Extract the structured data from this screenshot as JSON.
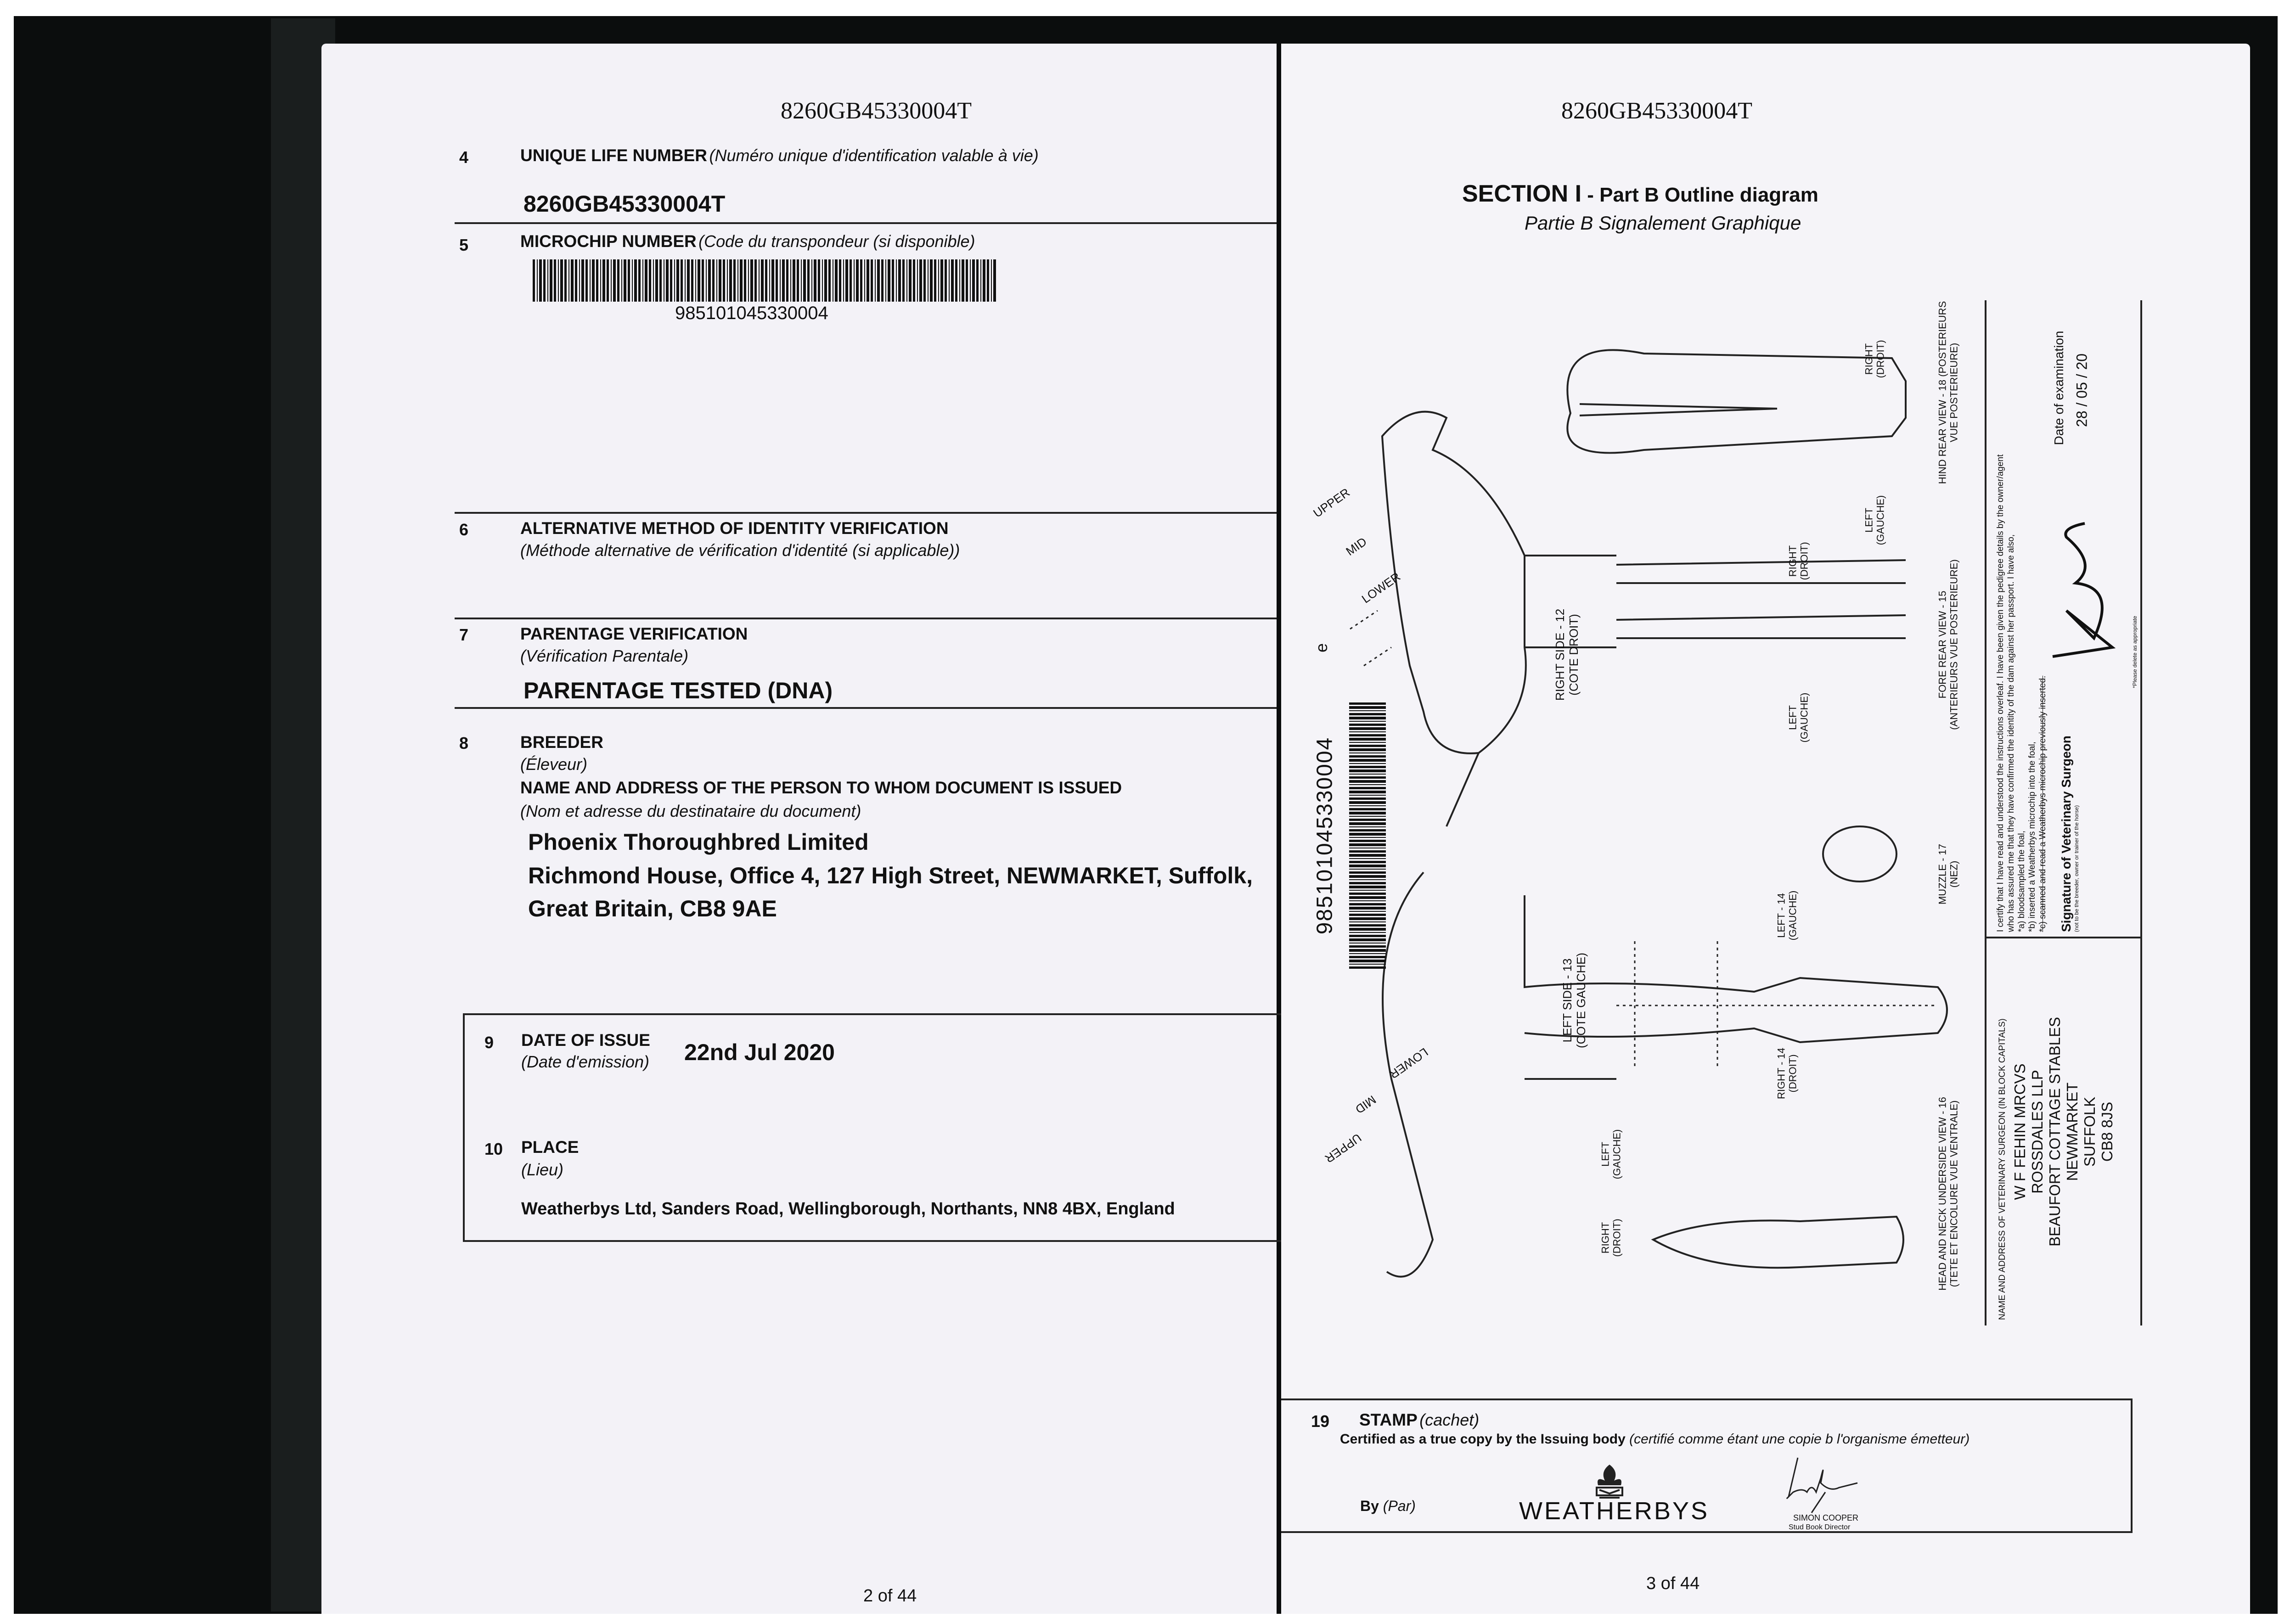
{
  "left_page": {
    "header_number": "8260GB45330004T",
    "field4": {
      "num": "4",
      "label": "UNIQUE LIFE NUMBER",
      "label_fr": "(Numéro unique d'identification valable à vie)",
      "value": "8260GB45330004T"
    },
    "field5": {
      "num": "5",
      "label": "MICROCHIP NUMBER",
      "label_fr": "(Code du transpondeur (si disponible)",
      "barcode_number": "985101045330004"
    },
    "field6": {
      "num": "6",
      "label": "ALTERNATIVE METHOD OF IDENTITY VERIFICATION",
      "label_fr": "(Méthode alternative de vérification d'identité (si applicable))"
    },
    "field7": {
      "num": "7",
      "label": "PARENTAGE VERIFICATION",
      "label_fr": "(Vérification Parentale)",
      "value": "PARENTAGE TESTED (DNA)"
    },
    "field8": {
      "num": "8",
      "label": "BREEDER",
      "label_fr": "(Éleveur)",
      "label2": "NAME AND ADDRESS OF THE PERSON TO WHOM DOCUMENT IS ISSUED",
      "label2_fr": "(Nom et adresse du destinataire du document)",
      "value_lines": [
        "Phoenix Thoroughbred Limited",
        "Richmond House, Office 4, 127 High Street, NEWMARKET, Suffolk,",
        "Great Britain, CB8 9AE"
      ]
    },
    "field9": {
      "num": "9",
      "label": "DATE OF ISSUE",
      "label_fr": "(Date d'emission)",
      "value": "22nd Jul 2020"
    },
    "field10": {
      "num": "10",
      "label": "PLACE",
      "label_fr": "(Lieu)",
      "value": "Weatherbys Ltd, Sanders Road, Wellingborough, Northants, NN8 4BX, England"
    },
    "page_number": "2 of 44"
  },
  "right_page": {
    "header_number": "8260GB45330004T",
    "title_bold": "SECTION I",
    "title_rest": " - Part B Outline diagram",
    "subtitle": "Partie B Signalement Graphique",
    "diagram_labels": {
      "hind_rear": [
        "HIND REAR VIEW - 18 (POSTERIEURS",
        "VUE POSTERIEURE)"
      ],
      "fore_rear": [
        "FORE REAR VIEW - 15",
        "(ANTERIEURS VUE POSTERIEURE)"
      ],
      "muzzle": [
        "MUZZLE - 17",
        "(NEZ)"
      ],
      "head_neck": [
        "HEAD AND NECK UNDERSIDE VIEW - 16",
        "(TETE ET ENCOLURE VUE VENTRALE)"
      ],
      "right_side": [
        "RIGHT SIDE - 12",
        "(COTE DROIT)"
      ],
      "left_side": [
        "LEFT SIDE - 13",
        "(COTE GAUCHE)"
      ],
      "left_14": [
        "LEFT - 14",
        "(GAUCHE)"
      ],
      "right_14": [
        "RIGHT - 14",
        "(DROIT)"
      ],
      "right": [
        "RIGHT",
        "(DROIT)"
      ],
      "left": [
        "LEFT",
        "(GAUCHE)"
      ],
      "upper": "UPPER",
      "mid": "MID",
      "lower": "LOWER",
      "mark": "e"
    },
    "rotated_barcode_number": "985101045330004",
    "vet": {
      "cert_lines": [
        "I certify that I have read and understood the instructions overleaf. I have been given the pedigree details by the owner/agent",
        "who has assured me that they have confirmed the identity of the dam against her passport. I have also,",
        "*a) bloodsampled the foal,",
        "*b) inserted a Weatherbys microchip into the foal,"
      ],
      "cert_struck": "*c) scanned and read a Weatherbys microchip previously inserted.",
      "signature_label": "Signature of Veterinary Surgeon",
      "signature_note": "(not to be the breeder, owner or trainer of the horse)",
      "delete_note": "*Please delete as appropriate",
      "date_label": "Date of examination",
      "date_value": "28 / 05 / 20",
      "name_label": "NAME AND ADDRESS OF VETERINARY SURGEON (IN BLOCK CAPITALS)",
      "name_lines": [
        "W F FEHIN MRCVS",
        "ROSSDALES LLP",
        "BEAUFORT COTTAGE STABLES",
        "NEWMARKET",
        "SUFFOLK",
        "CB8 8JS"
      ]
    },
    "stamp": {
      "num": "19",
      "label": "STAMP",
      "label_fr": "(cachet)",
      "certified": "Certified as a true copy by the Issuing body",
      "certified_fr": "(certifié comme étant une copie b l'organisme émetteur)",
      "by": "By",
      "by_fr": "(Par)",
      "logo_text": "WEATHERBYS",
      "signatory_name": "SIMON COOPER",
      "signatory_title": "Stud Book Director"
    },
    "page_number": "3 of 44"
  }
}
